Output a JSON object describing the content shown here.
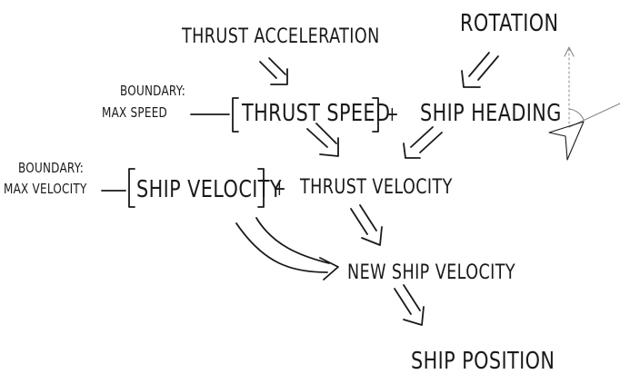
{
  "nodes": {
    "thrust_acceleration": "THRUST ACCELERATION",
    "rotation": "ROTATION",
    "thrust_speed": "THRUST SPEED",
    "plus_1": "+",
    "ship_heading": "SHIP HEADING",
    "ship_velocity": "SHIP VELOCITY",
    "plus_2": "+",
    "thrust_velocity": "THRUST VELOCITY",
    "new_ship_velocity": "NEW SHIP VELOCITY",
    "ship_position": "SHIP POSITION"
  },
  "boundaries": {
    "speed": {
      "title": "BOUNDARY:",
      "value": "MAX SPEED"
    },
    "velocity": {
      "title": "BOUNDARY:",
      "value": "MAX VELOCITY"
    }
  },
  "icons": [
    "ship-heading-sketch-icon"
  ]
}
